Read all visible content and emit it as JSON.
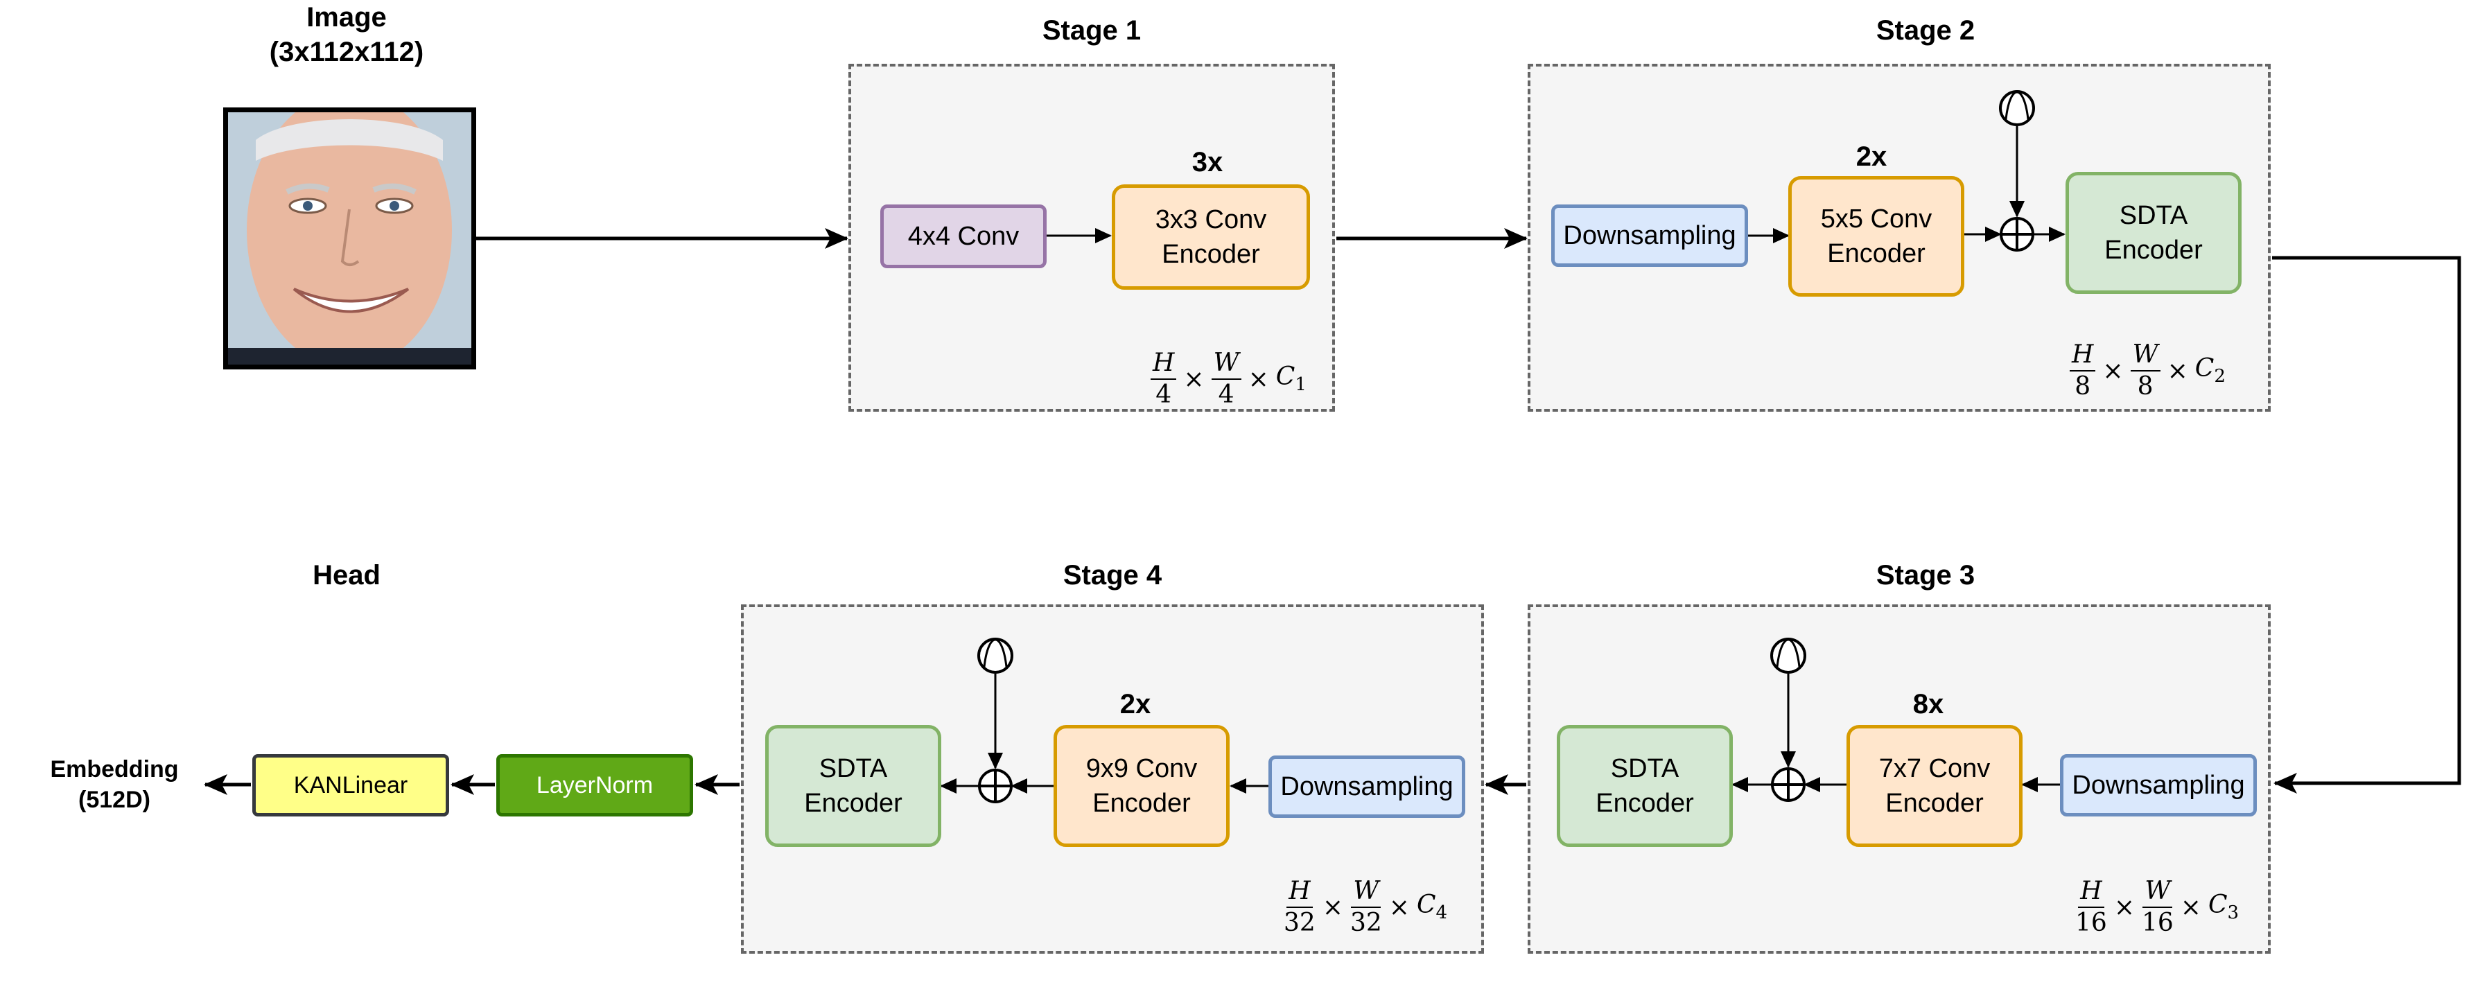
{
  "input": {
    "title_line1": "Image",
    "title_line2": "(3x112x112)"
  },
  "stages": [
    {
      "title": "Stage 1",
      "repeat": "3x",
      "blocks": [
        "4x4 Conv",
        "3x3 Conv Encoder"
      ],
      "dim": {
        "h_num": "H",
        "h_den": "4",
        "w_num": "W",
        "w_den": "4",
        "c": "C",
        "c_sub": "1"
      }
    },
    {
      "title": "Stage 2",
      "repeat": "2x",
      "blocks": [
        "Downsampling",
        "5x5 Conv Encoder",
        "SDTA Encoder"
      ],
      "dim": {
        "h_num": "H",
        "h_den": "8",
        "w_num": "W",
        "w_den": "8",
        "c": "C",
        "c_sub": "2"
      }
    },
    {
      "title": "Stage 3",
      "repeat": "8x",
      "blocks": [
        "Downsampling",
        "7x7 Conv Encoder",
        "SDTA Encoder"
      ],
      "dim": {
        "h_num": "H",
        "h_den": "16",
        "w_num": "W",
        "w_den": "16",
        "c": "C",
        "c_sub": "3"
      }
    },
    {
      "title": "Stage 4",
      "repeat": "2x",
      "blocks": [
        "Downsampling",
        "9x9 Conv Encoder",
        "SDTA Encoder"
      ],
      "dim": {
        "h_num": "H",
        "h_den": "32",
        "w_num": "W",
        "w_den": "32",
        "c": "C",
        "c_sub": "4"
      }
    }
  ],
  "head": {
    "title": "Head",
    "blocks": [
      "LayerNorm",
      "KANLinear"
    ],
    "output_line1": "Embedding",
    "output_line2": "(512D)"
  },
  "icons": [
    "face-photo",
    "sinusoid-icon",
    "add-circle-icon",
    "arrow-icon"
  ],
  "colors": {
    "conv_stem": "#e1d5e7",
    "conv_encoder": "#ffe6cc",
    "downsampling": "#dae8fc",
    "sdta": "#d5e8d4",
    "layernorm": "#60a917",
    "kanlinear": "#ffff88",
    "stage_bg": "#f5f5f5"
  }
}
